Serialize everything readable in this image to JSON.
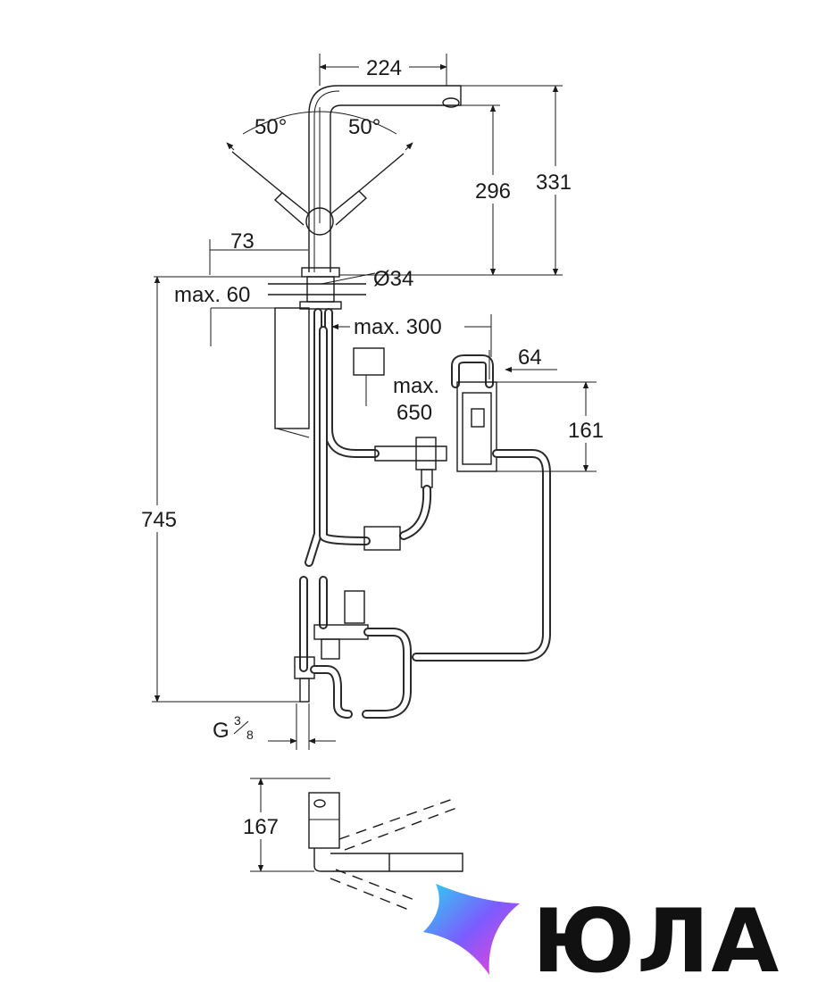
{
  "dimensions": {
    "reach": "224",
    "angle_left": "50°",
    "angle_right": "50°",
    "spout_height": "296",
    "total_height": "331",
    "lever_offset": "73",
    "deck_max": "max. 60",
    "hole_diameter": "Ø34",
    "hose_max": "max. 300",
    "box_depth": "64",
    "box_max_label": "max.",
    "box_max_value": "650",
    "box_height": "161",
    "under_height": "745",
    "thread": "G",
    "thread_num": "3",
    "thread_den": "8",
    "side_height": "167"
  },
  "logo": {
    "text": "ЮЛА",
    "colors": [
      "#2ad4f0",
      "#7b5cff",
      "#ff3dd0"
    ]
  }
}
